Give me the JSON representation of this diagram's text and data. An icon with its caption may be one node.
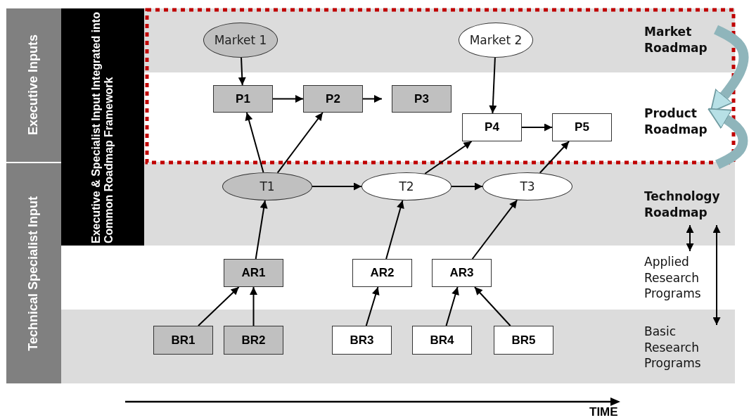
{
  "diagram": {
    "nodes": [
      {
        "text": [
          "Executive Inputs"
        ]
      },
      {
        "text": [
          "Technical Specialist Input"
        ]
      },
      {
        "text": [
          "Executive & Specialist Input Integrated into Common Roadmap Framework"
        ]
      },
      {
        "text": [
          "Market 1"
        ]
      },
      {
        "text": [
          "Market 2"
        ]
      },
      {
        "text": [
          "P1"
        ]
      },
      {
        "text": [
          "P2"
        ]
      },
      {
        "text": [
          "P3"
        ]
      },
      {
        "text": [
          "P4"
        ]
      },
      {
        "text": [
          "P5"
        ]
      },
      {
        "text": [
          "T1"
        ]
      },
      {
        "text": [
          "T2"
        ]
      },
      {
        "text": [
          "T3"
        ]
      },
      {
        "text": [
          "AR1"
        ]
      },
      {
        "text": [
          "AR2"
        ]
      },
      {
        "text": [
          "AR3"
        ]
      },
      {
        "text": [
          "BR1"
        ]
      },
      {
        "text": [
          "BR2"
        ]
      },
      {
        "text": [
          "BR3"
        ]
      },
      {
        "text": [
          "BR4"
        ]
      },
      {
        "text": [
          "BR5"
        ]
      },
      {
        "text": [
          "Market Roadmap"
        ]
      },
      {
        "text": [
          "Product Roadmap"
        ]
      },
      {
        "text": [
          "Technology Roadmap"
        ]
      },
      {
        "text": [
          "Applied Research Programs"
        ]
      },
      {
        "text": [
          "Basic Research Programs"
        ]
      }
    ],
    "edges": [
      {
        "from": 3,
        "to": 5,
        "arrow": "to"
      },
      {
        "from": 5,
        "to": 6,
        "arrow": "to"
      },
      {
        "from": 6,
        "to": 7,
        "arrow": "to"
      },
      {
        "from": 4,
        "to": 8,
        "arrow": "to"
      },
      {
        "from": 8,
        "to": 9,
        "arrow": "to"
      },
      {
        "from": 10,
        "to": 5,
        "arrow": "to"
      },
      {
        "from": 10,
        "to": 6,
        "arrow": "to"
      },
      {
        "from": 10,
        "to": 11,
        "arrow": "to"
      },
      {
        "from": 11,
        "to": 12,
        "arrow": "to"
      },
      {
        "from": 11,
        "to": 8,
        "arrow": "to"
      },
      {
        "from": 12,
        "to": 9,
        "arrow": "to"
      },
      {
        "from": 13,
        "to": 10,
        "arrow": "to"
      },
      {
        "from": 14,
        "to": 11,
        "arrow": "to"
      },
      {
        "from": 15,
        "to": 12,
        "arrow": "to"
      },
      {
        "from": 16,
        "to": 13,
        "arrow": "to"
      },
      {
        "from": 17,
        "to": 13,
        "arrow": "to"
      },
      {
        "from": 18,
        "to": 14,
        "arrow": "to"
      },
      {
        "from": 19,
        "to": 15,
        "arrow": "to"
      },
      {
        "from": 20,
        "to": 15,
        "arrow": "to"
      },
      {
        "from": 21,
        "to": 22,
        "arrow": "to",
        "style": "thick",
        "color": "#8fb5bb"
      },
      {
        "from": 23,
        "to": 22,
        "arrow": "to",
        "style": "thick",
        "color": "#8fb5bb"
      },
      {
        "from": 23,
        "to": 24,
        "arrow": "both"
      },
      {
        "from": 23,
        "to": 25,
        "arrow": "both"
      }
    ],
    "labels": [
      "TIME"
    ]
  }
}
